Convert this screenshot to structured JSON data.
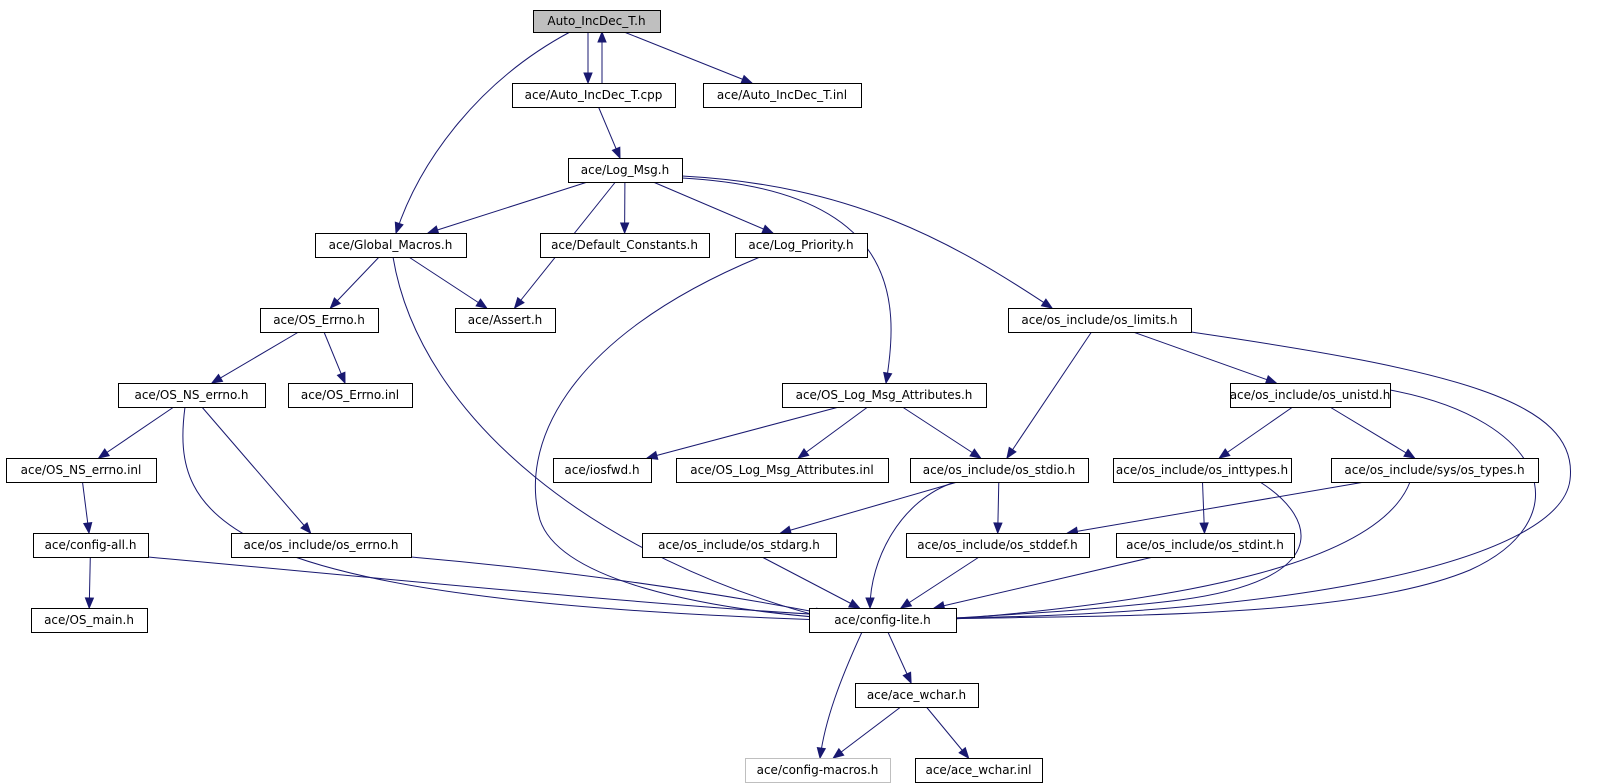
{
  "diagram": {
    "type": "include-dependency-graph",
    "nodes": [
      {
        "id": "root",
        "label": "Auto_IncDec_T.h",
        "style": "root"
      },
      {
        "id": "cpp",
        "label": "ace/Auto_IncDec_T.cpp"
      },
      {
        "id": "inl",
        "label": "ace/Auto_IncDec_T.inl"
      },
      {
        "id": "logmsg",
        "label": "ace/Log_Msg.h"
      },
      {
        "id": "globalmacros",
        "label": "ace/Global_Macros.h"
      },
      {
        "id": "defconst",
        "label": "ace/Default_Constants.h"
      },
      {
        "id": "logprio",
        "label": "ace/Log_Priority.h"
      },
      {
        "id": "oserrno",
        "label": "ace/OS_Errno.h"
      },
      {
        "id": "assert",
        "label": "ace/Assert.h"
      },
      {
        "id": "oslimits",
        "label": "ace/os_include/os_limits.h"
      },
      {
        "id": "osnserrno",
        "label": "ace/OS_NS_errno.h"
      },
      {
        "id": "oserrnoinl",
        "label": "ace/OS_Errno.inl"
      },
      {
        "id": "oslogattr",
        "label": "ace/OS_Log_Msg_Attributes.h"
      },
      {
        "id": "osunistd",
        "label": "ace/os_include/os_unistd.h"
      },
      {
        "id": "osnserrnoinl",
        "label": "ace/OS_NS_errno.inl"
      },
      {
        "id": "iosfwd",
        "label": "ace/iosfwd.h"
      },
      {
        "id": "oslogattrinl",
        "label": "ace/OS_Log_Msg_Attributes.inl"
      },
      {
        "id": "osstdio",
        "label": "ace/os_include/os_stdio.h"
      },
      {
        "id": "osinttypes",
        "label": "ace/os_include/os_inttypes.h"
      },
      {
        "id": "ossystypes",
        "label": "ace/os_include/sys/os_types.h"
      },
      {
        "id": "configall",
        "label": "ace/config-all.h"
      },
      {
        "id": "oserrnoh",
        "label": "ace/os_include/os_errno.h"
      },
      {
        "id": "osstdarg",
        "label": "ace/os_include/os_stdarg.h"
      },
      {
        "id": "osstddef",
        "label": "ace/os_include/os_stddef.h"
      },
      {
        "id": "osstdint",
        "label": "ace/os_include/os_stdint.h"
      },
      {
        "id": "osmain",
        "label": "ace/OS_main.h"
      },
      {
        "id": "configlite",
        "label": "ace/config-lite.h"
      },
      {
        "id": "acewchar",
        "label": "ace/ace_wchar.h"
      },
      {
        "id": "configmacros",
        "label": "ace/config-macros.h",
        "style": "dim"
      },
      {
        "id": "acewcharinl",
        "label": "ace/ace_wchar.inl"
      }
    ],
    "edges": [
      [
        "root",
        "cpp"
      ],
      [
        "root",
        "inl"
      ],
      [
        "root",
        "globalmacros"
      ],
      [
        "cpp",
        "root"
      ],
      [
        "cpp",
        "logmsg"
      ],
      [
        "logmsg",
        "globalmacros"
      ],
      [
        "logmsg",
        "assert"
      ],
      [
        "logmsg",
        "defconst"
      ],
      [
        "logmsg",
        "logprio"
      ],
      [
        "logmsg",
        "oslogattr"
      ],
      [
        "logmsg",
        "oslimits"
      ],
      [
        "globalmacros",
        "oserrno"
      ],
      [
        "globalmacros",
        "assert"
      ],
      [
        "globalmacros",
        "configlite"
      ],
      [
        "logprio",
        "configlite"
      ],
      [
        "oserrno",
        "osnserrno"
      ],
      [
        "oserrno",
        "oserrnoinl"
      ],
      [
        "oslimits",
        "osstdio"
      ],
      [
        "oslimits",
        "osunistd"
      ],
      [
        "oslimits",
        "configlite"
      ],
      [
        "osnserrno",
        "osnserrnoinl"
      ],
      [
        "osnserrno",
        "oserrnoh"
      ],
      [
        "osnserrno",
        "configlite"
      ],
      [
        "oslogattr",
        "iosfwd"
      ],
      [
        "oslogattr",
        "oslogattrinl"
      ],
      [
        "oslogattr",
        "osstdio"
      ],
      [
        "osunistd",
        "osinttypes"
      ],
      [
        "osunistd",
        "ossystypes"
      ],
      [
        "osunistd",
        "configlite"
      ],
      [
        "osnserrnoinl",
        "configall"
      ],
      [
        "osstdio",
        "osstdarg"
      ],
      [
        "osstdio",
        "osstddef"
      ],
      [
        "osstdio",
        "configlite"
      ],
      [
        "osinttypes",
        "osstdint"
      ],
      [
        "osinttypes",
        "configlite"
      ],
      [
        "ossystypes",
        "osstddef"
      ],
      [
        "ossystypes",
        "configlite"
      ],
      [
        "configall",
        "osmain"
      ],
      [
        "configall",
        "configlite"
      ],
      [
        "oserrnoh",
        "configlite"
      ],
      [
        "osstdarg",
        "configlite"
      ],
      [
        "osstddef",
        "configlite"
      ],
      [
        "osstdint",
        "configlite"
      ],
      [
        "configlite",
        "acewchar"
      ],
      [
        "configlite",
        "configmacros"
      ],
      [
        "acewchar",
        "configmacros"
      ],
      [
        "acewchar",
        "acewcharinl"
      ]
    ]
  }
}
